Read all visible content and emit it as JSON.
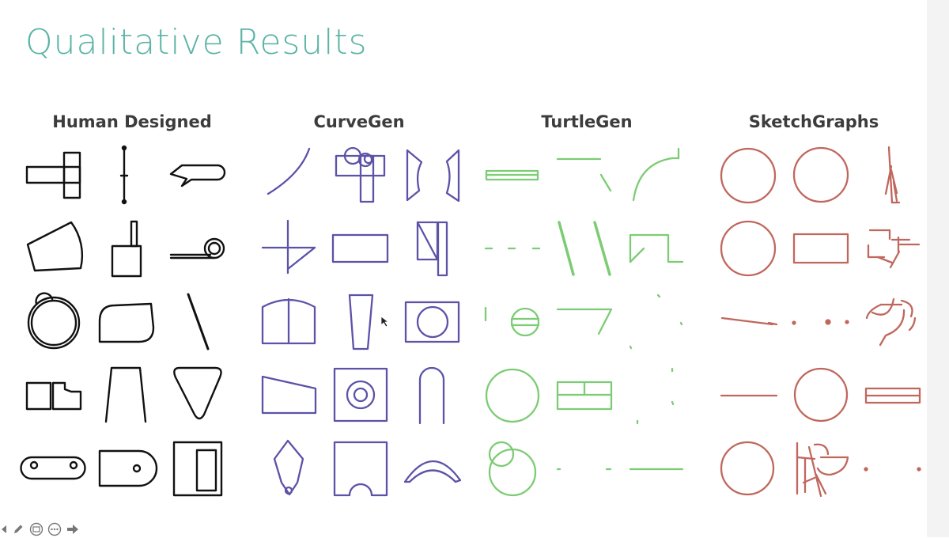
{
  "slide": {
    "title": "Qualitative Results"
  },
  "columns": [
    {
      "id": "human",
      "label": "Human Designed",
      "color": "#111111"
    },
    {
      "id": "curvegen",
      "label": "CurveGen",
      "color": "#5c52a8"
    },
    {
      "id": "turtlegen",
      "label": "TurtleGen",
      "color": "#7ccc74"
    },
    {
      "id": "sketchgraphs",
      "label": "SketchGraphs",
      "color": "#c0675d"
    }
  ],
  "presenter_toolbar": {
    "icons": [
      "previous-slide-icon",
      "pen-icon",
      "slides-grid-icon",
      "more-options-icon",
      "next-slide-icon"
    ]
  }
}
